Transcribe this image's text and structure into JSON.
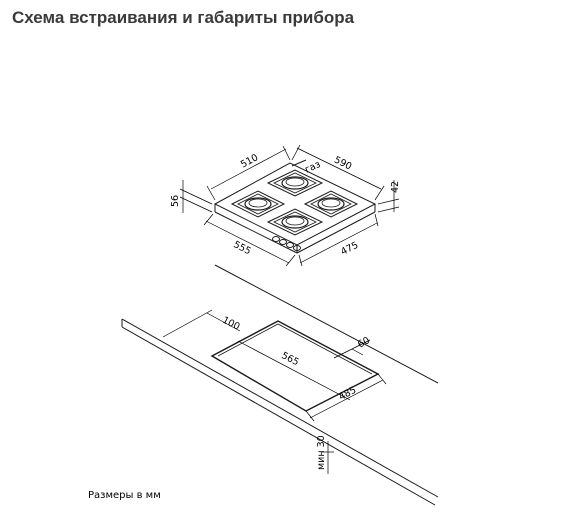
{
  "title": "Схема встраивания и габариты прибора",
  "note": "Размеры в мм",
  "hob": {
    "dims": {
      "top_left": "510",
      "top_right": "590",
      "gas": "газ",
      "height_right": "42",
      "height_left": "56",
      "bottom_left": "555",
      "bottom_right": "475"
    }
  },
  "cutout": {
    "dims": {
      "offset_front": "100",
      "offset_side": "60",
      "width": "565",
      "depth": "485",
      "min_thickness": "мин 30"
    }
  }
}
